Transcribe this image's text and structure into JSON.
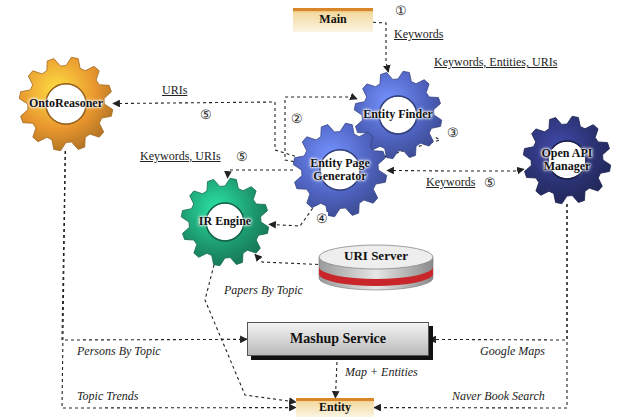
{
  "diagram": {
    "nodes": [
      {
        "text": [
          "Main"
        ]
      },
      {
        "text": [
          "Entity Finder"
        ]
      },
      {
        "text": [
          "Entity Page Generator"
        ]
      },
      {
        "text": [
          "OntoReasoner"
        ]
      },
      {
        "text": [
          "Open API Manager"
        ]
      },
      {
        "text": [
          "IR Engine"
        ]
      },
      {
        "text": [
          "URI Server"
        ]
      },
      {
        "text": [
          "Mashup Service"
        ]
      },
      {
        "text": [
          "Entity"
        ]
      }
    ],
    "edges": [
      {
        "from": 0,
        "to": 1,
        "arrow": "to",
        "label": "Keywords"
      },
      {
        "from": 2,
        "to": 1,
        "arrow": "to"
      },
      {
        "from": 1,
        "to": 2,
        "arrow": "to",
        "label": "Keywords, Entities, URIs"
      },
      {
        "from": 2,
        "to": 3,
        "arrow": "to",
        "label": "URIs"
      },
      {
        "from": 2,
        "to": 5,
        "arrow": "to",
        "label": "Keywords, URIs"
      },
      {
        "from": 2,
        "to": 5,
        "arrow": "to"
      },
      {
        "from": 2,
        "to": 4,
        "arrow": "both",
        "label": "Keywords"
      },
      {
        "from": 6,
        "to": 5,
        "arrow": "to"
      },
      {
        "from": 5,
        "to": 8,
        "arrow": "to",
        "label": "Papers By Topic"
      },
      {
        "from": 3,
        "to": 7,
        "arrow": "to",
        "label": "Persons By Topic"
      },
      {
        "from": 3,
        "to": 8,
        "arrow": "to",
        "label": "Topic Trends"
      },
      {
        "from": 4,
        "to": 7,
        "arrow": "to",
        "label": "Google Maps"
      },
      {
        "from": 4,
        "to": 8,
        "arrow": "to",
        "label": "Naver Book Search"
      },
      {
        "from": 7,
        "to": 8,
        "arrow": "to",
        "label": "Map + Entities"
      }
    ],
    "labels": [
      "①",
      "②",
      "③",
      "④",
      "⑤",
      "⑤",
      "⑤"
    ]
  }
}
